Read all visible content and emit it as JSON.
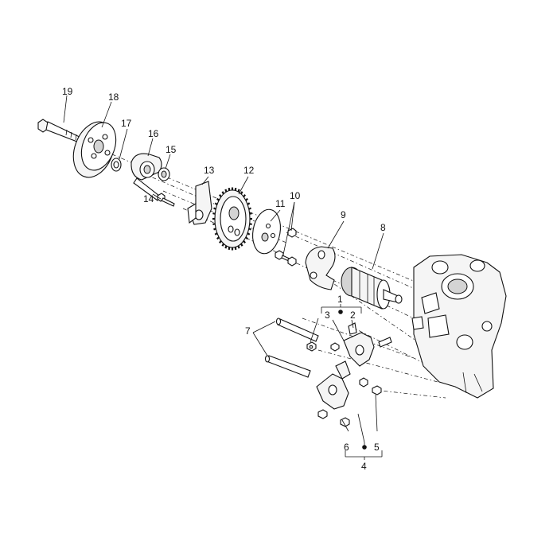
{
  "callouts": {
    "n1": "1",
    "n2": "2",
    "n3": "3",
    "n4": "4",
    "n5": "5",
    "n6": "6",
    "n7": "7",
    "n8": "8",
    "n9": "9",
    "n10": "10",
    "n11": "11",
    "n12": "12",
    "n13": "13",
    "n14": "14",
    "n15": "15",
    "n16": "16",
    "n17": "17",
    "n18": "18",
    "n19": "19"
  }
}
